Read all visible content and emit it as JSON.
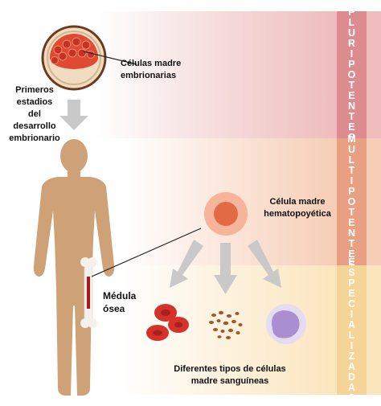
{
  "bands": {
    "pluripotentes": "PLURIPOTENTES",
    "multipotentes": "MULTIPOTENTES",
    "especializadas": "ESPECIALIZADAS"
  },
  "labels": {
    "embryonic_line1": "Células madre",
    "embryonic_line2": "embrionarias",
    "early_line1": "Primeros",
    "early_line2": "estadios",
    "early_line3": "del",
    "early_line4": "desarrollo",
    "early_line5": "embrionario",
    "hemato_line1": "Célula madre",
    "hemato_line2": "hematopoyética",
    "marrow_line1": "Médula",
    "marrow_line2": "ósea",
    "cells_line1": "Diferentes tipos de células",
    "cells_line2": "madre sanguíneas"
  },
  "colors": {
    "pluri_strip": "#dc8b8e",
    "multi_strip": "#e99f82",
    "esp_strip": "#f6d397",
    "body": "#cfa177",
    "arrow": "#c9c9c9",
    "red_cell": "#d5322b",
    "platelet": "#a6542a",
    "white_cell": "#a98fd0"
  }
}
